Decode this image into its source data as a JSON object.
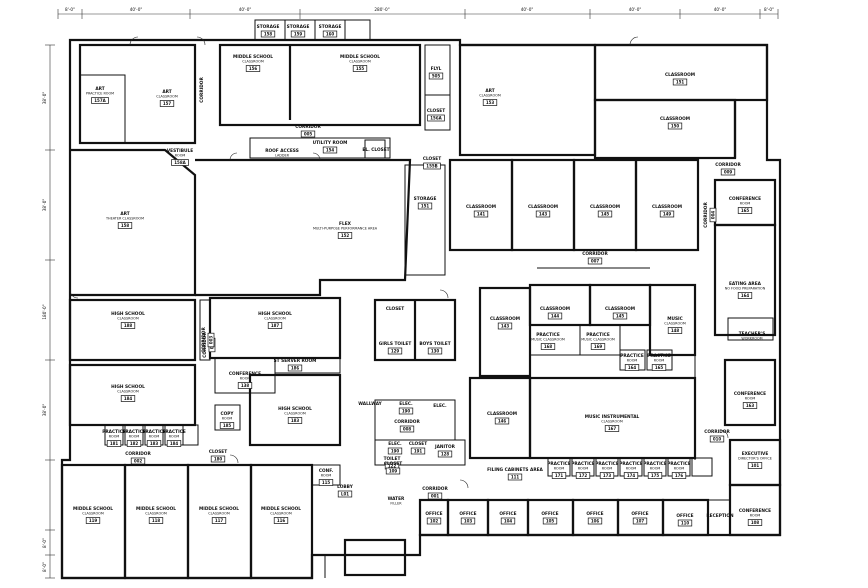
{
  "dimensions": {
    "top": [
      "8'-0\"",
      "40'-0\"",
      "40'-0\"",
      "280'-0\"",
      "40'-0\"",
      "40'-0\"",
      "40'-0\"",
      "8'-0\""
    ],
    "left": [
      "38'-0\"",
      "38'-0\"",
      "180'-0\"",
      "38'-0\"",
      "8'-0\"",
      "8'-0\""
    ]
  },
  "rooms": [
    {
      "id": "r1",
      "l1": "ART",
      "l2": "PRACTICE ROOM",
      "n": "157A"
    },
    {
      "id": "r2",
      "l1": "ART",
      "l2": "CLASSROOM",
      "n": "157"
    },
    {
      "id": "r3",
      "l1": "CORRIDOR",
      "l2": "",
      "n": ""
    },
    {
      "id": "r4",
      "l1": "STORAGE",
      "l2": "",
      "n": "158"
    },
    {
      "id": "r5",
      "l1": "STORAGE",
      "l2": "",
      "n": "159"
    },
    {
      "id": "r6",
      "l1": "STORAGE",
      "l2": "",
      "n": "160"
    },
    {
      "id": "r7",
      "l1": "MIDDLE SCHOOL",
      "l2": "CLASSROOM",
      "n": "156"
    },
    {
      "id": "r8",
      "l1": "MIDDLE SCHOOL",
      "l2": "CLASSROOM",
      "n": "155"
    },
    {
      "id": "r9",
      "l1": "FLYL",
      "l2": "",
      "n": "505"
    },
    {
      "id": "r10",
      "l1": "CLOSET",
      "l2": "",
      "n": "156A"
    },
    {
      "id": "r11",
      "l1": "CORRIDOR",
      "l2": "",
      "n": "005"
    },
    {
      "id": "r12",
      "l1": "VESTIBULE",
      "l2": "ROOM",
      "n": "158A"
    },
    {
      "id": "r13",
      "l1": "UTILITY ROOM",
      "l2": "",
      "n": "154"
    },
    {
      "id": "r14",
      "l1": "ROOF ACCESS",
      "l2": "LADDER",
      "n": ""
    },
    {
      "id": "r15",
      "l1": "EL. CLOSET",
      "l2": "",
      "n": ""
    },
    {
      "id": "r16",
      "l1": "CLOSET",
      "l2": "",
      "n": "155B"
    },
    {
      "id": "r17",
      "l1": "ART",
      "l2": "CLASSROOM",
      "n": "153"
    },
    {
      "id": "r18",
      "l1": "CLASSROOM",
      "l2": "",
      "n": "151"
    },
    {
      "id": "r19",
      "l1": "CLASSROOM",
      "l2": "",
      "n": "150"
    },
    {
      "id": "r20",
      "l1": "ART",
      "l2": "THEATER CLASSROOM",
      "n": "158"
    },
    {
      "id": "r21",
      "l1": "FLEX",
      "l2": "MULTI-PURPOSE PERFORMANCE AREA",
      "n": "152"
    },
    {
      "id": "r22",
      "l1": "STORAGE",
      "l2": "",
      "n": "151"
    },
    {
      "id": "r23",
      "l1": "CLASSROOM",
      "l2": "",
      "n": "141"
    },
    {
      "id": "r24",
      "l1": "CLASSROOM",
      "l2": "",
      "n": "143"
    },
    {
      "id": "r25",
      "l1": "CLASSROOM",
      "l2": "",
      "n": "145"
    },
    {
      "id": "r26",
      "l1": "CLASSROOM",
      "l2": "",
      "n": "149"
    },
    {
      "id": "r27",
      "l1": "CORRIDOR",
      "l2": "",
      "n": "009"
    },
    {
      "id": "r28",
      "l1": "CONFERENCE",
      "l2": "ROOM",
      "n": "165"
    },
    {
      "id": "r29",
      "l1": "CORRIDOR",
      "l2": "",
      "n": "007"
    },
    {
      "id": "r30",
      "l1": "EATING AREA",
      "l2": "NO FOOD PREPARATION",
      "n": "164"
    },
    {
      "id": "r31",
      "l1": "HIGH SCHOOL",
      "l2": "CLASSROOM",
      "n": "188"
    },
    {
      "id": "r32",
      "l1": "HIGH SCHOOL",
      "l2": "CLASSROOM",
      "n": "187"
    },
    {
      "id": "r33",
      "l1": "CORRIDOR",
      "l2": "",
      "n": "006"
    },
    {
      "id": "r34",
      "l1": "CLOSET",
      "l2": "",
      "n": ""
    },
    {
      "id": "r35",
      "l1": "GIRLS TOILET",
      "l2": "",
      "n": "129"
    },
    {
      "id": "r36",
      "l1": "BOYS TOILET",
      "l2": "",
      "n": "130"
    },
    {
      "id": "r37",
      "l1": "CLASSROOM",
      "l2": "",
      "n": "143"
    },
    {
      "id": "r38",
      "l1": "CLASSROOM",
      "l2": "",
      "n": "144"
    },
    {
      "id": "r39",
      "l1": "CLASSROOM",
      "l2": "",
      "n": "145"
    },
    {
      "id": "r40",
      "l1": "PRACTICE",
      "l2": "MUSIC CLASSROOM",
      "n": "168"
    },
    {
      "id": "r41",
      "l1": "PRACTICE",
      "l2": "MUSIC CLASSROOM",
      "n": "169"
    },
    {
      "id": "r42",
      "l1": "MUSIC",
      "l2": "CLASSROOM",
      "n": "148"
    },
    {
      "id": "r43",
      "l1": "TEACHER'S",
      "l2": "WORKROOM",
      "n": ""
    },
    {
      "id": "r44",
      "l1": "CONFERENCE",
      "l2": "ROOM",
      "n": "138"
    },
    {
      "id": "r45",
      "l1": "ST SERVER ROOM",
      "l2": "",
      "n": "186"
    },
    {
      "id": "r46",
      "l1": "HIGH SCHOOL",
      "l2": "CLASSROOM",
      "n": "184"
    },
    {
      "id": "r47",
      "l1": "HIGH SCHOOL",
      "l2": "CLASSROOM",
      "n": "183"
    },
    {
      "id": "r48",
      "l1": "COPY",
      "l2": "ROOM",
      "n": "185"
    },
    {
      "id": "r49",
      "l1": "PRACTICE",
      "l2": "ROOM",
      "n": "164"
    },
    {
      "id": "r50",
      "l1": "PRACTICE",
      "l2": "ROOM",
      "n": "165"
    },
    {
      "id": "r51",
      "l1": "WALLWAY",
      "l2": "",
      "n": ""
    },
    {
      "id": "r52",
      "l1": "ELEC.",
      "l2": "",
      "n": "190"
    },
    {
      "id": "r53",
      "l1": "CLASSROOM",
      "l2": "",
      "n": "146"
    },
    {
      "id": "r54",
      "l1": "MUSIC INSTRUMENTAL",
      "l2": "CLASSROOM",
      "n": "167"
    },
    {
      "id": "r55",
      "l1": "CONFERENCE",
      "l2": "ROOM",
      "n": "163"
    },
    {
      "id": "r56",
      "l1": "PRACTICE",
      "l2": "ROOM",
      "n": "181"
    },
    {
      "id": "r57",
      "l1": "PRACTICE",
      "l2": "ROOM",
      "n": "182"
    },
    {
      "id": "r58",
      "l1": "PRACTICE",
      "l2": "ROOM",
      "n": "183"
    },
    {
      "id": "r59",
      "l1": "PRACTICE",
      "l2": "ROOM",
      "n": "184"
    },
    {
      "id": "r60",
      "l1": "CORRIDOR",
      "l2": "",
      "n": "002"
    },
    {
      "id": "r61",
      "l1": "CLOSET",
      "l2": "",
      "n": "180"
    },
    {
      "id": "r62",
      "l1": "CONF.",
      "l2": "ROOM",
      "n": "115"
    },
    {
      "id": "r63",
      "l1": "ELEC.",
      "l2": "",
      "n": "190"
    },
    {
      "id": "r64",
      "l1": "CLOSET",
      "l2": "",
      "n": "191"
    },
    {
      "id": "r65",
      "l1": "CORRIDOR",
      "l2": "",
      "n": "008"
    },
    {
      "id": "r66",
      "l1": "TOILET",
      "l2": "",
      "n": "122"
    },
    {
      "id": "r67",
      "l1": "JANITOR",
      "l2": "",
      "n": "128"
    },
    {
      "id": "r68",
      "l1": "FILING CABINETS AREA",
      "l2": "",
      "n": "111"
    },
    {
      "id": "r69",
      "l1": "PRACTICE",
      "l2": "ROOM",
      "n": "171"
    },
    {
      "id": "r70",
      "l1": "PRACTICE",
      "l2": "ROOM",
      "n": "172"
    },
    {
      "id": "r71",
      "l1": "PRACTICE",
      "l2": "ROOM",
      "n": "173"
    },
    {
      "id": "r72",
      "l1": "PRACTICE",
      "l2": "ROOM",
      "n": "174"
    },
    {
      "id": "r73",
      "l1": "PRACTICE",
      "l2": "ROOM",
      "n": "175"
    },
    {
      "id": "r74",
      "l1": "PRACTICE",
      "l2": "ROOM",
      "n": "176"
    },
    {
      "id": "r75",
      "l1": "CORRIDOR",
      "l2": "",
      "n": "010"
    },
    {
      "id": "r76",
      "l1": "EXECUTIVE",
      "l2": "DIRECTOR'S OFFICE",
      "n": "101"
    },
    {
      "id": "r77",
      "l1": "MIDDLE SCHOOL",
      "l2": "CLASSROOM",
      "n": "119"
    },
    {
      "id": "r78",
      "l1": "MIDDLE SCHOOL",
      "l2": "CLASSROOM",
      "n": "118"
    },
    {
      "id": "r79",
      "l1": "MIDDLE SCHOOL",
      "l2": "CLASSROOM",
      "n": "117"
    },
    {
      "id": "r80",
      "l1": "MIDDLE SCHOOL",
      "l2": "CLASSROOM",
      "n": "116"
    },
    {
      "id": "r81",
      "l1": "LOBBY",
      "l2": "",
      "n": "L01"
    },
    {
      "id": "r82",
      "l1": "WATER",
      "l2": "FILLER",
      "n": ""
    },
    {
      "id": "r83",
      "l1": "CORRIDOR",
      "l2": "",
      "n": "001"
    },
    {
      "id": "r84",
      "l1": "OFFICE",
      "l2": "",
      "n": "102"
    },
    {
      "id": "r85",
      "l1": "OFFICE",
      "l2": "",
      "n": "103"
    },
    {
      "id": "r86",
      "l1": "OFFICE",
      "l2": "",
      "n": "104"
    },
    {
      "id": "r87",
      "l1": "OFFICE",
      "l2": "",
      "n": "105"
    },
    {
      "id": "r88",
      "l1": "OFFICE",
      "l2": "",
      "n": "106"
    },
    {
      "id": "r89",
      "l1": "OFFICE",
      "l2": "",
      "n": "107"
    },
    {
      "id": "r90",
      "l1": "RECEPTION",
      "l2": "",
      "n": ""
    },
    {
      "id": "r91",
      "l1": "CONFERENCE",
      "l2": "ROOM",
      "n": "108"
    },
    {
      "id": "r92",
      "l1": "OFFICE",
      "l2": "",
      "n": "110"
    },
    {
      "id": "r93",
      "l1": "CLOSET",
      "l2": "",
      "n": "109"
    },
    {
      "id": "r94",
      "l1": "ELEC.",
      "l2": "",
      "n": ""
    },
    {
      "id": "r95",
      "l1": "CORRIDOR",
      "l2": "",
      "n": "004"
    },
    {
      "id": "r96",
      "l1": "CORRIDOR",
      "l2": "",
      "n": "003"
    }
  ]
}
